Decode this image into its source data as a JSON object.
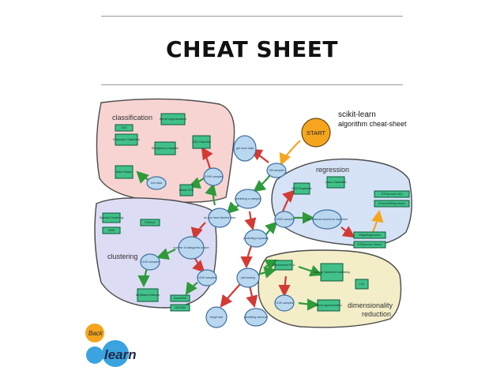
{
  "page": {
    "title": "CHEAT SHEET"
  },
  "diagram": {
    "header_line1": "scikit-learn",
    "header_line2": "algorithm cheat-sheet",
    "start": "START",
    "regions": {
      "classification": "classification",
      "clustering": "clustering",
      "regression": "regression",
      "dim_line1": "dimensionality",
      "dim_line2": "reduction"
    },
    "nodes": {
      "more_data": "get more data",
      "gt50": ">50 samples",
      "category": "predicting a category",
      "labeled": "do you have labeled data",
      "quantity": "predicting a quantity",
      "looking": "just looking",
      "tough": "tough luck",
      "structure": "predicting structure",
      "lt100k_class": "<100K samples",
      "text": "text data",
      "lt100k_reg": "<100K samples",
      "few_features": "few features should be important",
      "num_cat": "number of categories known",
      "lt10k_clu": "<10K samples",
      "lt10k_clu2": "<10K samples",
      "lt10k_dim": "<10K samples"
    },
    "algorithms": {
      "kernel_approx": "Kernel Approximation",
      "svc": "SVC",
      "ensemble_class": "Ensemble Classifiers",
      "kneighbors": "KNeighbors Classifier",
      "sgd_class": "SGD Classifier",
      "linear_svc": "Linear SVC",
      "naive_bayes": "Naive Bayes",
      "sgd_reg": "SGD Regressor",
      "lasso": "Lasso ElasticNet",
      "svr_rbf": "SVR(kernel='rbf')",
      "ensemble_reg": "EnsembleRegressors",
      "ridge": "RidgeRegression",
      "svr_linear": "SVR(kernel='linear')",
      "spectral": "Spectral Clustering",
      "gmm": "GMM",
      "kmeans": "KMeans",
      "minibatch": "MiniBatch KMeans",
      "meanshift": "MeanShift",
      "vbgmm": "VBGMM",
      "pca": "Randomized PCA",
      "isomap": "Isomap Spectral Embedding",
      "lle": "LLE",
      "kernel_approx2": "kernel approximation"
    }
  },
  "logo": {
    "word1": "Back",
    "word2": "learn"
  },
  "colors": {
    "classification_region": "#f7d4d2",
    "clustering_region": "#dcdcf4",
    "regression_region": "#d6e2f6",
    "dim_region": "#f3edc8",
    "node_fill": "#b9d7ee",
    "algo_fill": "#41c08a",
    "start_fill": "#f5a51e",
    "yes_arrow": "#2f9a3a",
    "no_arrow": "#d23a34"
  }
}
